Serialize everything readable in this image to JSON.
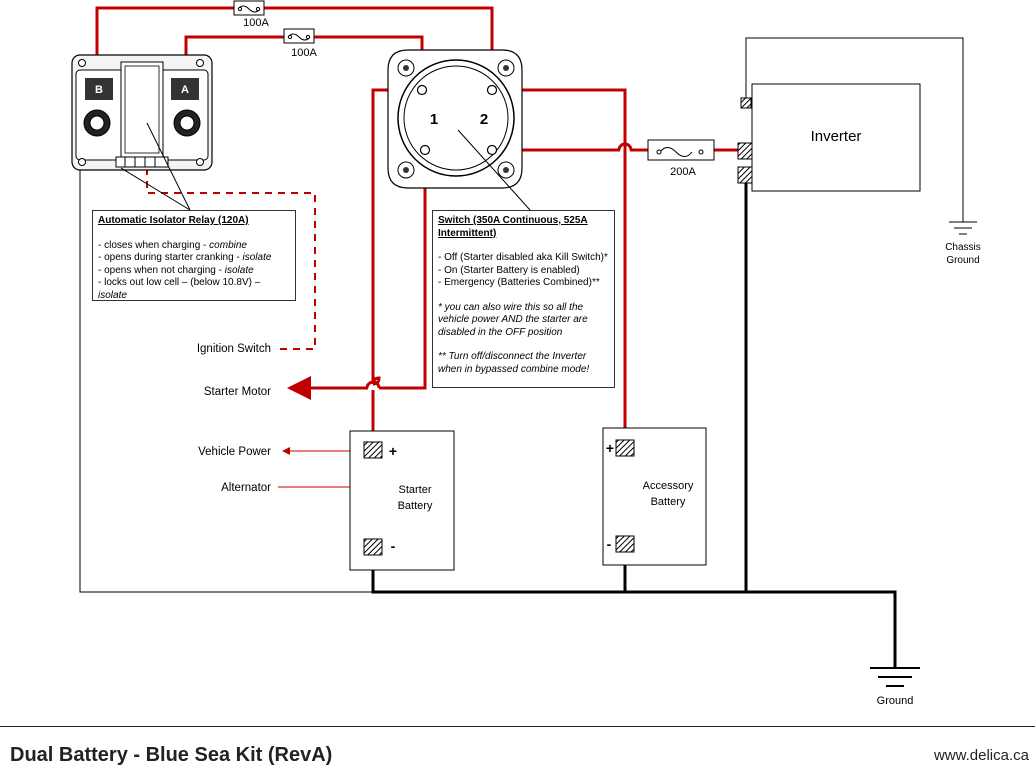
{
  "fuses": {
    "fuse1": "100A",
    "fuse2": "100A",
    "fuse3": "200A"
  },
  "relay": {
    "terminal_b": "B",
    "terminal_a": "A"
  },
  "switch": {
    "pos1": "1",
    "pos2": "2"
  },
  "relay_note": {
    "heading": "Automatic Isolator Relay (120A)",
    "lines": [
      {
        "text": "- closes when charging - ",
        "em": "combine"
      },
      {
        "text": "- opens during starter cranking - ",
        "em": "isolate"
      },
      {
        "text": "- opens when not charging - ",
        "em": "isolate"
      },
      {
        "text": "- locks out low cell – (below 10.8V) – ",
        "em": "isolate"
      }
    ]
  },
  "switch_note": {
    "heading": "Switch (350A Continuous, 525A Intermittent)",
    "lines": [
      "- Off (Starter disabled aka Kill Switch)*",
      "- On (Starter Battery is enabled)",
      "- Emergency (Batteries Combined)**"
    ],
    "footnote1": "* you can also wire this so all the vehicle power AND the starter are disabled in the OFF position",
    "footnote2": "** Turn off/disconnect the Inverter when in bypassed combine mode!"
  },
  "labels": {
    "ignition": "Ignition Switch",
    "starter_motor": "Starter Motor",
    "vehicle_power": "Vehicle Power",
    "alternator": "Alternator",
    "inverter": "Inverter",
    "chassis_ground_1": "Chassis",
    "chassis_ground_2": "Ground",
    "ground": "Ground"
  },
  "starter_battery": {
    "line1": "Starter",
    "line2": "Battery",
    "plus": "+",
    "minus": "-"
  },
  "accessory_battery": {
    "line1": "Accessory",
    "line2": "Battery",
    "plus": "+",
    "minus": "-"
  },
  "footer": {
    "title": "Dual Battery - Blue Sea Kit (RevA)",
    "url": "www.delica.ca"
  },
  "colors": {
    "positive_wire": "#c00000",
    "ground_wire": "#000000",
    "control_wire": "#c00000"
  }
}
